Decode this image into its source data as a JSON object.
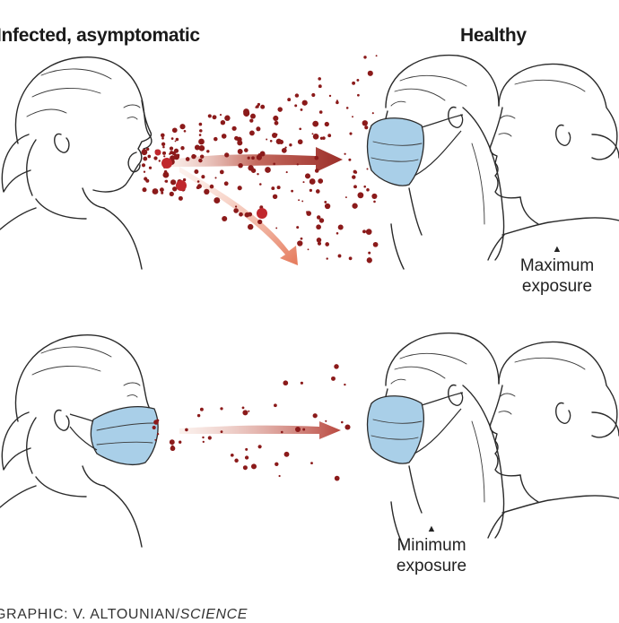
{
  "headings": {
    "infected": "Infected, asymptomatic",
    "healthy": "Healthy"
  },
  "captions": {
    "top_line1": "Maximum",
    "top_line2": "exposure",
    "bottom_line1": "Minimum",
    "bottom_line2": "exposure",
    "marker": "▲"
  },
  "credit": {
    "prefix": "GRAPHIC: V. ALTOUNIAN/",
    "publication": "SCIENCE"
  },
  "colors": {
    "droplet": "#8b1a1a",
    "droplet_large": "#c0272d",
    "arrow_main": "#b5504a",
    "arrow_fall": "#e58a6a",
    "mask": "#a9cfe8",
    "ink": "#2a2a2a"
  },
  "icons": {
    "arrow": "arrow-right-icon",
    "marker": "triangle-up-icon"
  }
}
